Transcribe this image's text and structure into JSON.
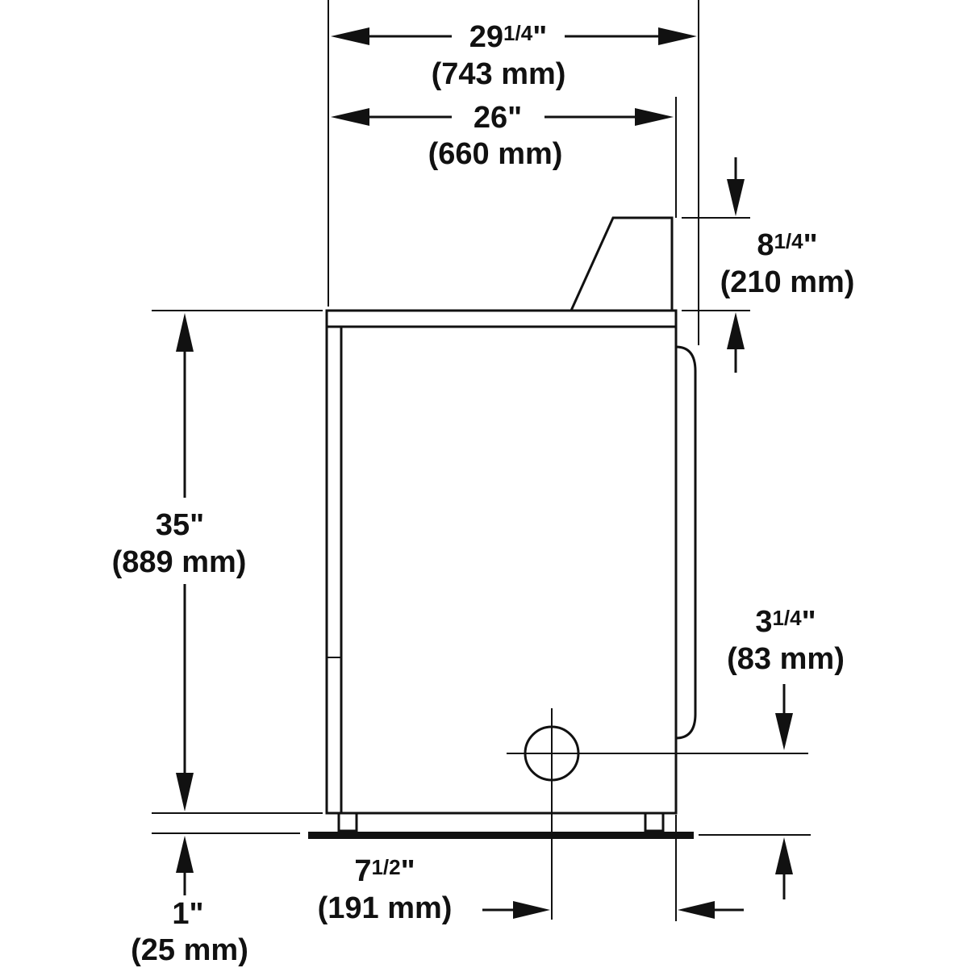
{
  "dimensions": {
    "overall_depth": {
      "imperial": "29",
      "frac": "1/4",
      "inch": "\"",
      "metric": "(743 mm)"
    },
    "cabinet_depth": {
      "imperial": "26\"",
      "metric": "(660 mm)"
    },
    "console_height": {
      "imperial": "8",
      "frac": "1/4",
      "inch": "\"",
      "metric": "(210 mm)"
    },
    "cabinet_height": {
      "imperial": "35\"",
      "metric": "(889 mm)"
    },
    "vent_height": {
      "imperial": "3",
      "frac": "1/4",
      "inch": "\"",
      "metric": "(83 mm)"
    },
    "vent_offset": {
      "imperial": "7",
      "frac": "1/2",
      "inch": "\"",
      "metric": "(191 mm)"
    },
    "leg_height": {
      "imperial": "1\"",
      "metric": "(25 mm)"
    }
  }
}
